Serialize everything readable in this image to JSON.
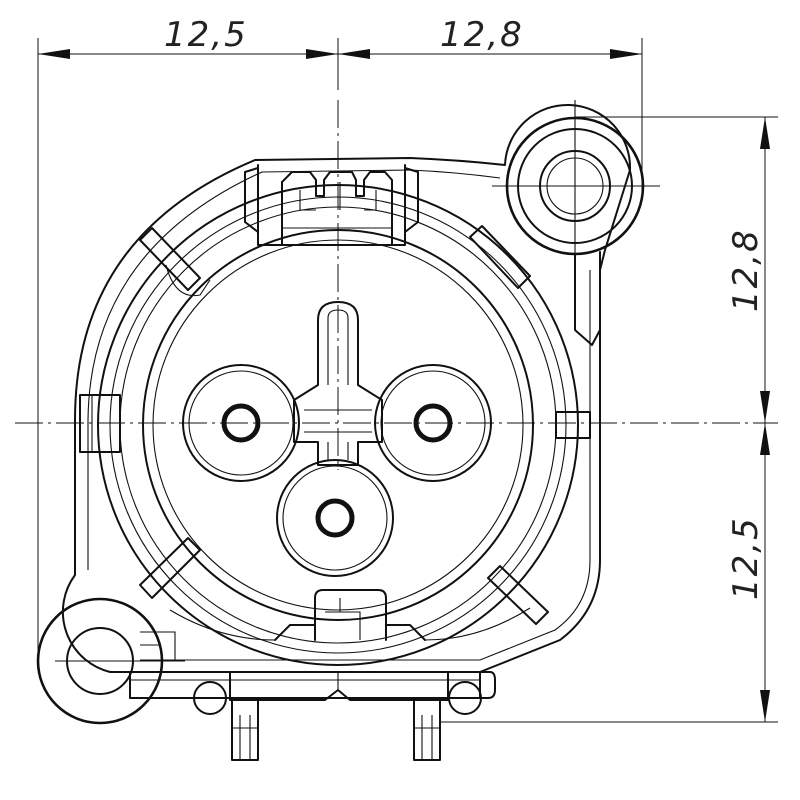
{
  "dimensions": {
    "top_left": "12,5",
    "top_right": "12,8",
    "right_upper": "12,8",
    "right_lower": "12,5"
  },
  "colors": {
    "line": "#111111",
    "background": "#ffffff"
  }
}
